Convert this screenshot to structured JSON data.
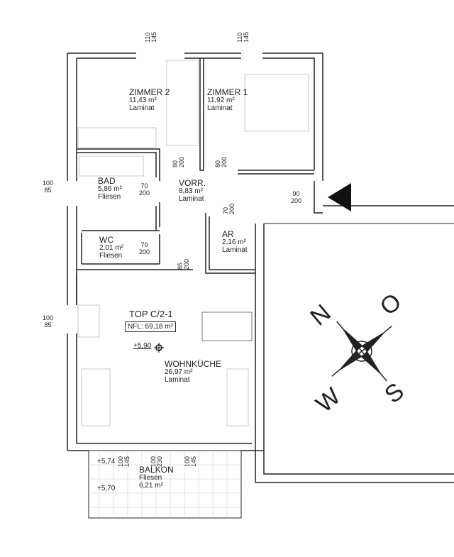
{
  "rooms": [
    {
      "name": "ZIMMER 2",
      "area": "11,43 m²",
      "floor": "Laminat"
    },
    {
      "name": "ZIMMER 1",
      "area": "11,92 m²",
      "floor": "Laminat"
    },
    {
      "name": "BAD",
      "area": "5,86 m²",
      "floor": "Fliesen"
    },
    {
      "name": "VORR.",
      "area": "8,83 m²",
      "floor": "Laminat"
    },
    {
      "name": "WC",
      "area": "2,01 m²",
      "floor": "Fliesen"
    },
    {
      "name": "AR",
      "area": "2,16 m²",
      "floor": "Laminat"
    },
    {
      "name": "WOHNKÜCHE",
      "area": "26,97 m²",
      "floor": "Laminat"
    },
    {
      "name": "BALKON",
      "area": "6,21 m²",
      "floor": "Fliesen"
    }
  ],
  "unit": {
    "title": "TOP C/2-1",
    "nfl": "NFL: 69,18 m²",
    "level": "+5,90"
  },
  "balcony_levels": [
    "+5,74",
    "+5,70"
  ],
  "dims": {
    "win_top": [
      "110",
      "145"
    ],
    "win_left": [
      "100",
      "85"
    ],
    "door_80": [
      "80",
      "200"
    ],
    "door_70": [
      "70",
      "200"
    ],
    "door_90": [
      "90",
      "200"
    ],
    "door_85": [
      "85",
      "200"
    ],
    "balk_win1": [
      "100",
      "145"
    ],
    "balk_win2": [
      "100",
      "230"
    ]
  },
  "compass": {
    "n": "N",
    "o": "O",
    "s": "S",
    "w": "W"
  }
}
